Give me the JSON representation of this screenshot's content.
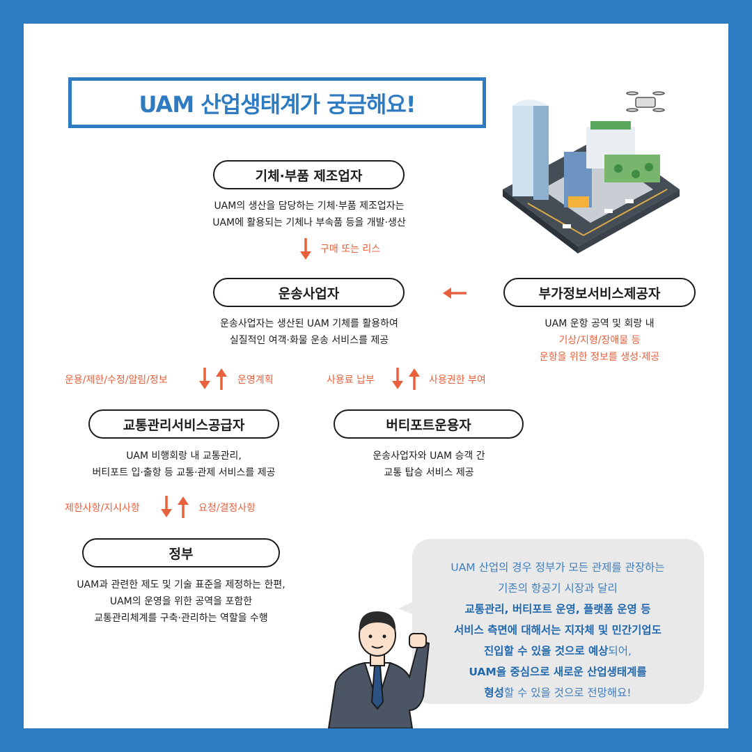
{
  "title": "UAM 산업생태계가 궁금해요!",
  "nodes": {
    "manufacturer": {
      "label": "기체·부품 제조업자",
      "desc": [
        "UAM의 생산을 담당하는 기체·부품 제조업자는",
        "UAM에 활용되는 기체나 부속품 등을 개발·생산"
      ]
    },
    "operator": {
      "label": "운송사업자",
      "desc": [
        "운송사업자는 생산된 UAM 기체를 활용하여",
        "실질적인 여객·화물 운송 서비스를 제공"
      ]
    },
    "info_provider": {
      "label": "부가정보서비스제공자",
      "desc_line1": "UAM 운항 공역 및 회랑 내",
      "desc_line2": "기상/지형/장애물 등",
      "desc_line3": "운항을 위한 정보를 생성·제공"
    },
    "traffic": {
      "label": "교통관리서비스공급자",
      "desc": [
        "UAM 비행회랑 내 교통관리,",
        "버티포트 입·출항 등 교통·관제 서비스를 제공"
      ]
    },
    "vertiport": {
      "label": "버티포트운용자",
      "desc": [
        "운송사업자와 UAM 승객 간",
        "교통 탑승 서비스 제공"
      ]
    },
    "government": {
      "label": "정부",
      "desc": [
        "UAM과 관련한 제도 및 기술 표준을 제정하는 한편,",
        "UAM의 운영을 위한 공역을 포함한",
        "교통관리체계를 구축·관리하는 역할을 수행"
      ]
    }
  },
  "edges": {
    "purchase": "구매 또는 리스",
    "ops_down": "운용/제한/수정/알림/정보",
    "ops_up": "운영계획",
    "fee_down": "사용료 납부",
    "fee_up": "사용권한 부여",
    "gov_down": "제한사항/지시사항",
    "gov_up": "요청/결정사항"
  },
  "bubble": {
    "l1": "UAM 산업의 경우 정부가 모든 관제를 관장하는",
    "l2": "기존의 항공기 시장과 달리",
    "l3": "교통관리, 버티포트 운영, 플랫폼 운영 등",
    "l4": "서비스 측면에 대해서는 지자체 및 민간기업도",
    "l5a": "진입할 수 있을 것으로 예상",
    "l5b": "되어,",
    "l6": "UAM을 중심으로 새로운 산업생태계를",
    "l7a": "형성",
    "l7b": "할 수 있을 것으로 전망해요!"
  },
  "colors": {
    "frame": "#2f7bc2",
    "accent": "#e8603c",
    "text": "#1c1c1c"
  }
}
